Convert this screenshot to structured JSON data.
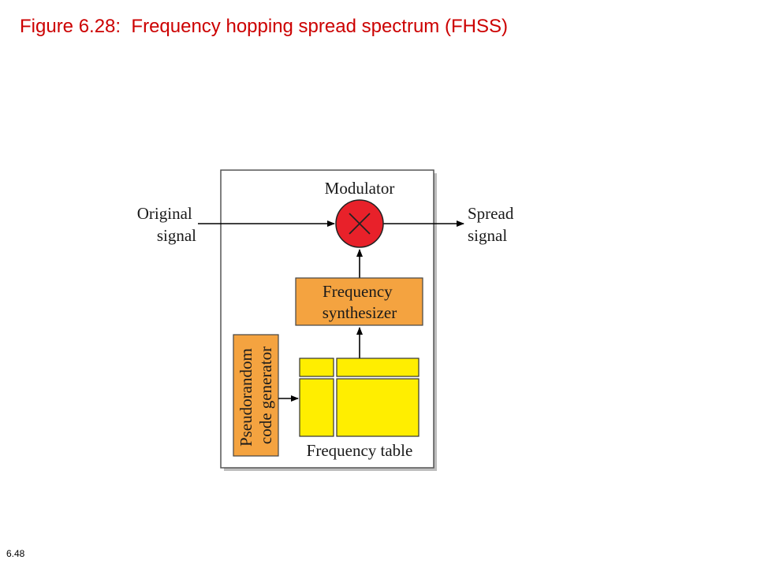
{
  "title": "Figure 6.28:  Frequency hopping spread spectrum (FHSS)",
  "page_number": "6.48",
  "diagram": {
    "input_label": [
      "Original",
      "signal"
    ],
    "output_label": [
      "Spread",
      "signal"
    ],
    "modulator_label": "Modulator",
    "synthesizer_label": [
      "Frequency",
      "synthesizer"
    ],
    "generator_label": [
      "Pseudorandom",
      "code generator"
    ],
    "table_label": "Frequency table"
  },
  "colors": {
    "title": "#cc0000",
    "modulator_fill": "#e8212a",
    "synthesizer_fill": "#f4a340",
    "generator_fill": "#f4a340",
    "table_fill": "#ffee00",
    "box_border": "#555555"
  }
}
